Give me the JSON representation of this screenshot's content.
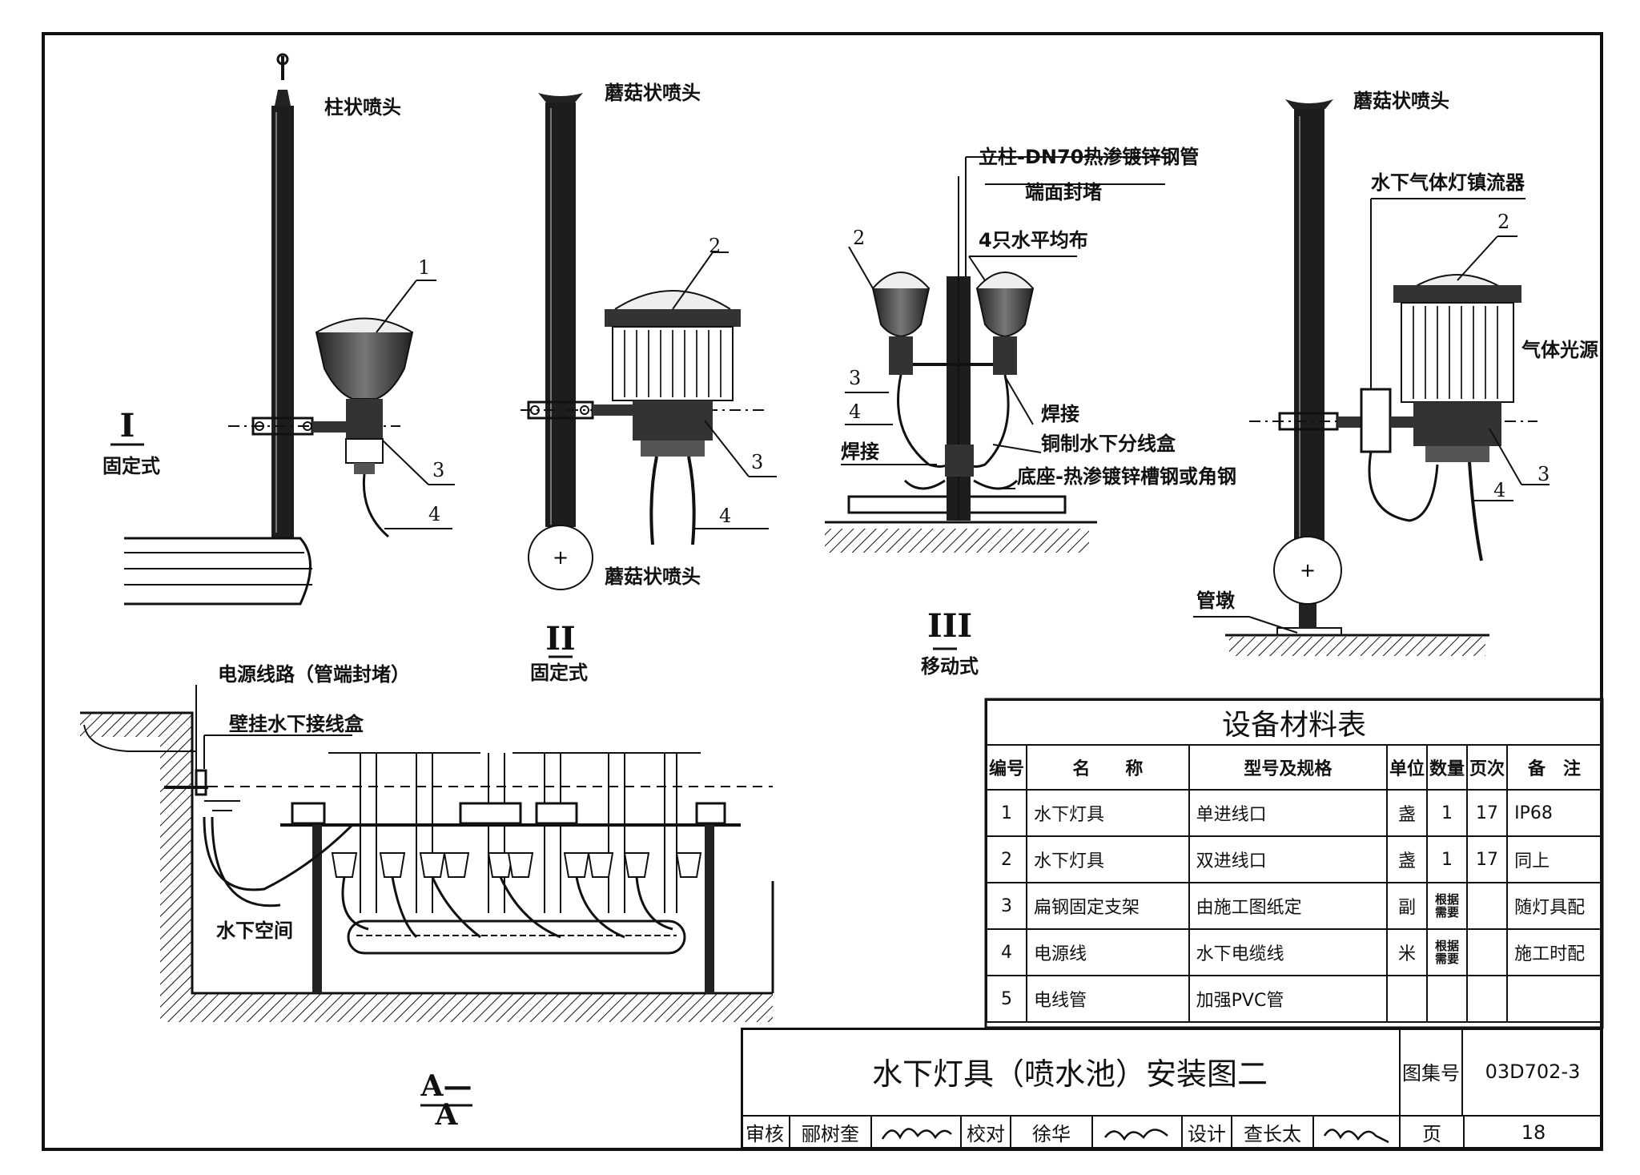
{
  "view_I": {
    "roman": "I",
    "caption": "固定式",
    "nozzle_label": "柱状喷头",
    "callouts": [
      "1",
      "3",
      "4"
    ]
  },
  "view_II": {
    "roman": "II",
    "caption": "固定式",
    "nozzle_label_top": "蘑菇状喷头",
    "nozzle_label_bottom": "蘑菇状喷头",
    "callouts": [
      "2",
      "3",
      "4"
    ]
  },
  "view_III": {
    "roman": "III",
    "caption": "移动式",
    "labels": {
      "column": "立柱-DN70热渗镀锌钢管",
      "end_seal": "端面封堵",
      "four_lights": "4只水平均布",
      "weld_right": "焊接",
      "junction_box": "铜制水下分线盒",
      "weld_left": "焊接",
      "base": "底座-热渗镀锌槽钢或角钢"
    },
    "callouts": [
      "2",
      "3",
      "4"
    ]
  },
  "view_IV": {
    "nozzle_label": "蘑菇状喷头",
    "ballast_label": "水下气体灯镇流器",
    "gas_source_label": "气体光源",
    "pier_label": "管墩",
    "callouts": [
      "2",
      "3",
      "4"
    ]
  },
  "section_AA": {
    "title": "A—A",
    "power_line_label": "电源线路（管端封堵）",
    "wall_box_label": "壁挂水下接线盒",
    "space_label": "水下空间"
  },
  "materials_table": {
    "title": "设备材料表",
    "headers": [
      "编号",
      "名　　称",
      "型号及规格",
      "单位",
      "数量",
      "页次",
      "备　注"
    ],
    "rows": [
      [
        "1",
        "水下灯具",
        "单进线口",
        "盏",
        "1",
        "17",
        "IP68"
      ],
      [
        "2",
        "水下灯具",
        "双进线口",
        "盏",
        "1",
        "17",
        "同上"
      ],
      [
        "3",
        "扁钢固定支架",
        "由施工图纸定",
        "副",
        "根据需要",
        "",
        "随灯具配"
      ],
      [
        "4",
        "电源线",
        "水下电缆线",
        "米",
        "根据需要",
        "",
        "施工时配"
      ],
      [
        "5",
        "电线管",
        "加强PVC管",
        "",
        "",
        "",
        ""
      ]
    ]
  },
  "title_block": {
    "drawing_title": "水下灯具（喷水池）安装图二",
    "atlas_label": "图集号",
    "atlas_number": "03D702-3",
    "review_label": "审核",
    "review_name": "郦树奎",
    "check_label": "校对",
    "check_name": "徐华",
    "design_label": "设计",
    "design_name": "查长太",
    "page_label": "页",
    "page_number": "18"
  }
}
